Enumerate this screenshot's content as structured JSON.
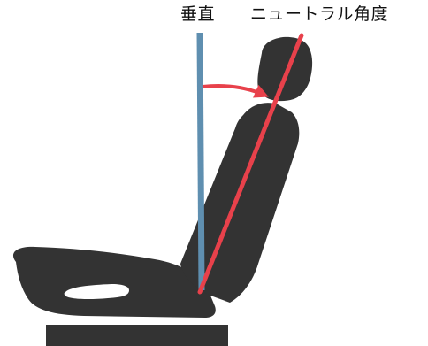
{
  "labels": {
    "vertical": "垂直",
    "neutral_angle": "ニュートラル角度"
  },
  "colors": {
    "background": "#ffffff",
    "seat": "#333333",
    "seat_cutout": "#ffffff",
    "vertical_line": "#5f8fb0",
    "angle_line": "#e8414b",
    "text": "#111111"
  },
  "icons": {
    "seat": "car-seat-silhouette",
    "angle_arrow": "curved-arrow-right"
  }
}
